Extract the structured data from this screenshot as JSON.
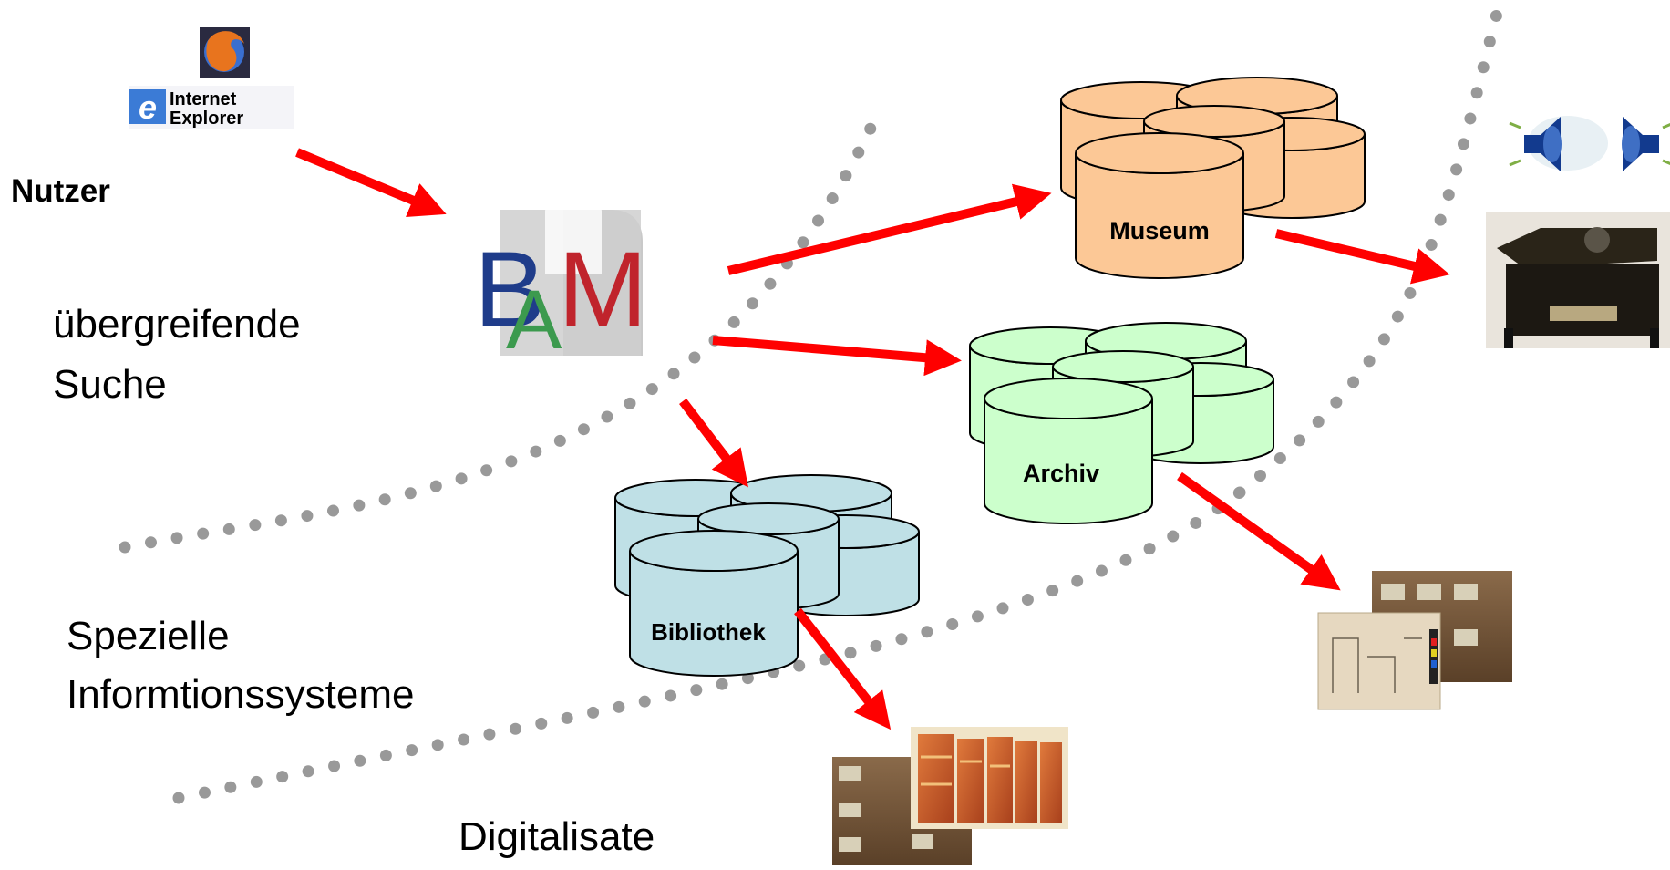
{
  "browser_logo": {
    "line1": "Internet",
    "line2": "Explorer",
    "ie_letter": "e"
  },
  "bam_logo": {
    "b": "B",
    "a": "A",
    "m": "M"
  },
  "labels": {
    "user": "Nutzer",
    "search_line1": "übergreifende",
    "search_line2": "Suche",
    "systems_line1": "Spezielle",
    "systems_line2": "Informtionssysteme",
    "digitized": "Digitalisate"
  },
  "databases": [
    {
      "id": "museum",
      "label": "Museum",
      "fill": "#FCC896"
    },
    {
      "id": "archive",
      "label": "Archiv",
      "fill": "#CCFFCC"
    },
    {
      "id": "library",
      "label": "Bibliothek",
      "fill": "#BFE0E6"
    }
  ],
  "colors": {
    "arrow": "#FF0000",
    "dots": "#999999",
    "stroke": "#000000"
  }
}
